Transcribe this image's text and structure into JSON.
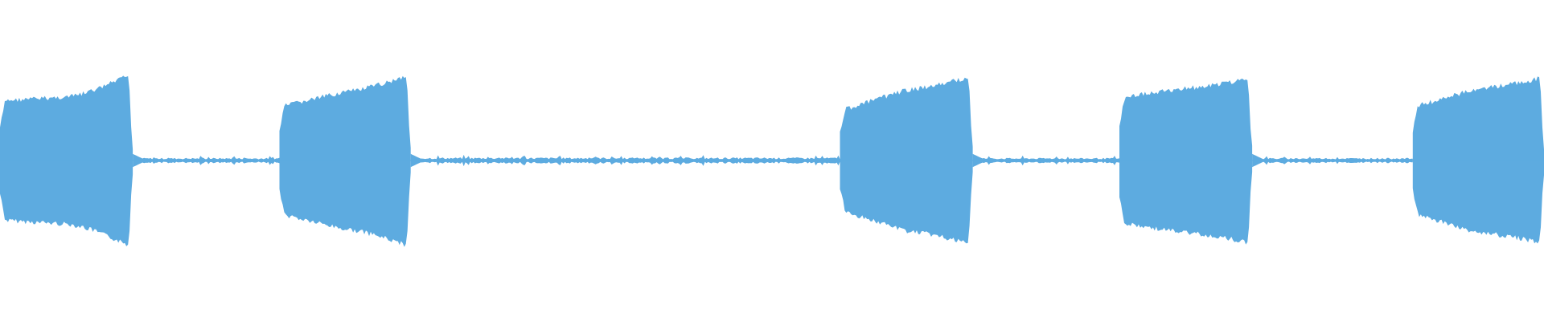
{
  "waveform": {
    "color": "#5dabe0",
    "background": "#ffffff",
    "segments": [
      {
        "name": "burst-1",
        "type": "tone",
        "start": 0.0,
        "end": 0.086,
        "amp_start": 0.68,
        "amp_mid": 0.72,
        "amp_end": 0.98,
        "kink": 0.054,
        "kink_amp": 0.84
      },
      {
        "name": "silence-1",
        "type": "noise",
        "start": 0.086,
        "end": 0.181,
        "amp": 0.025
      },
      {
        "name": "burst-2",
        "type": "tone",
        "start": 0.181,
        "end": 0.266,
        "amp_start": 0.62,
        "amp_mid": 0.78,
        "amp_end": 0.98
      },
      {
        "name": "silence-2",
        "type": "noise",
        "start": 0.266,
        "end": 0.544,
        "amp": 0.03
      },
      {
        "name": "burst-3",
        "type": "tone",
        "start": 0.544,
        "end": 0.63,
        "amp_start": 0.58,
        "amp_mid": 0.8,
        "amp_end": 0.96
      },
      {
        "name": "silence-3",
        "type": "noise",
        "start": 0.63,
        "end": 0.725,
        "amp": 0.025
      },
      {
        "name": "burst-4",
        "type": "tone",
        "start": 0.725,
        "end": 0.811,
        "amp_start": 0.72,
        "amp_mid": 0.82,
        "amp_end": 0.94
      },
      {
        "name": "silence-4",
        "type": "noise",
        "start": 0.811,
        "end": 0.915,
        "amp": 0.025
      },
      {
        "name": "burst-5",
        "type": "tone",
        "start": 0.915,
        "end": 1.0,
        "amp_start": 0.62,
        "amp_mid": 0.82,
        "amp_end": 0.94
      }
    ]
  }
}
